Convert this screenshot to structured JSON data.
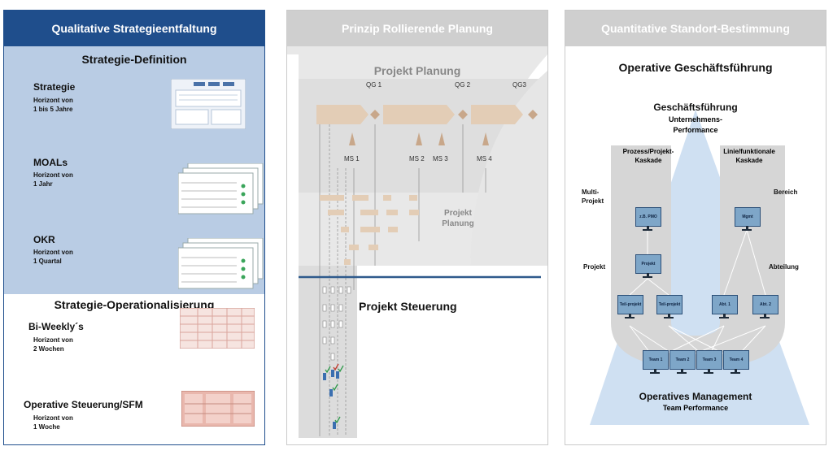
{
  "colors": {
    "blue_header": "#1f4e8c",
    "grey_header": "#cfcfcf",
    "light_blue": "#b9cce4",
    "beige": "#e3cdb6",
    "step_blue": "#7ea6c8"
  },
  "panel1": {
    "title": "Qualitative Strategieentfaltung",
    "definition_heading": "Strategie-Definition",
    "items": [
      {
        "label": "Strategie",
        "horizon": "Horizont von",
        "range": "1 bis 5 Jahre"
      },
      {
        "label": "MOALs",
        "horizon": "Horizont von",
        "range": "1 Jahr"
      },
      {
        "label": "OKR",
        "horizon": "Horizont von",
        "range": "1 Quartal"
      }
    ],
    "operational_heading": "Strategie-Operationalisierung",
    "ops": [
      {
        "label": "Bi-Weekly´s",
        "horizon": "Horizont von",
        "range": "2 Wochen"
      },
      {
        "label": "Operative Steuerung/SFM",
        "horizon": "Horizont von",
        "range": "1 Woche"
      }
    ]
  },
  "panel2": {
    "title": "Prinzip Rollierende Planung",
    "planning_title": "Projekt Planung",
    "qg_labels": [
      "QG 1",
      "QG 2",
      "QG3"
    ],
    "ms_labels": [
      "MS 1",
      "MS 2",
      "MS 3",
      "MS 4"
    ],
    "inner_label": "Projekt Planung",
    "control_title": "Projekt Steuerung"
  },
  "panel3": {
    "title": "Quantitative Standort-Bestimmung",
    "main_heading": "Operative Geschäftsführung",
    "top_title": "Geschäftsführung",
    "top_sub": "Unternehmens-Performance",
    "left_column": "Prozess/Projekt-Kaskade",
    "right_column": "Linie/funktionale Kaskade",
    "side_labels": {
      "multi": "Multi-Projekt",
      "projekt": "Projekt",
      "bereich": "Bereich",
      "abteilung": "Abteilung"
    },
    "nodes": {
      "pmo": "z.B. PMO",
      "mgmt": "Mgmt",
      "projekt": "Projekt",
      "teil1": "Teil-projekt",
      "teil2": "Teil-projekt",
      "abt1": "Abt. 1",
      "abt2": "Abt. 2",
      "teams": [
        "Team 1",
        "Team 2",
        "Team 3",
        "Team 4"
      ]
    },
    "bottom_title": "Operatives Management",
    "bottom_sub": "Team Performance"
  }
}
